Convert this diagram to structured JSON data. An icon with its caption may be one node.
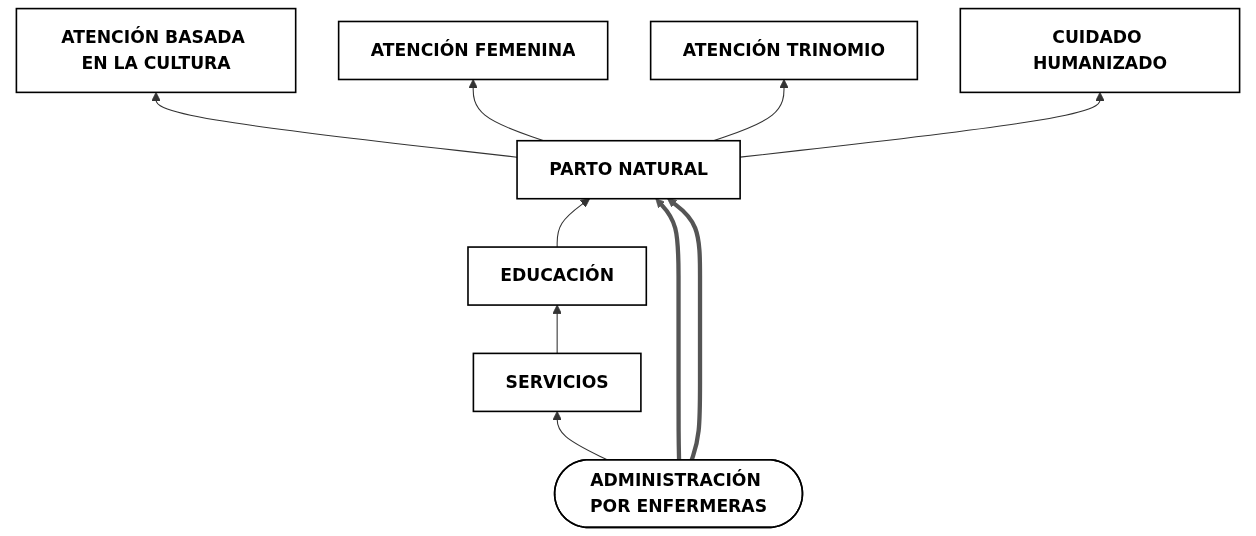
{
  "diagram": {
    "nodes": [
      {
        "text": [
          "ATENCIÓN BASADA EN LA CULTURA"
        ]
      },
      {
        "text": [
          "ATENCIÓN FEMENINA"
        ]
      },
      {
        "text": [
          "ATENCIÓN TRINOMIO"
        ]
      },
      {
        "text": [
          "CUIDADO HUMANIZADO"
        ]
      },
      {
        "text": [
          "PARTO NATURAL"
        ]
      },
      {
        "text": [
          "EDUCACIÓN"
        ]
      },
      {
        "text": [
          "SERVICIOS"
        ]
      },
      {
        "text": [
          "ADMINISTRACIÓN POR ENFERMERAS"
        ]
      }
    ],
    "edges": [
      {
        "from": 4,
        "to": 0,
        "arrow": "to"
      },
      {
        "from": 4,
        "to": 1,
        "arrow": "to"
      },
      {
        "from": 4,
        "to": 2,
        "arrow": "to"
      },
      {
        "from": 4,
        "to": 3,
        "arrow": "to"
      },
      {
        "from": 5,
        "to": 4,
        "arrow": "to"
      },
      {
        "from": 6,
        "to": 5,
        "arrow": "to"
      },
      {
        "from": 7,
        "to": 6,
        "arrow": "to"
      },
      {
        "from": 7,
        "to": 4,
        "arrow": "to",
        "style": "thick"
      },
      {
        "from": 7,
        "to": 4,
        "arrow": "to",
        "style": "thick"
      }
    ]
  }
}
